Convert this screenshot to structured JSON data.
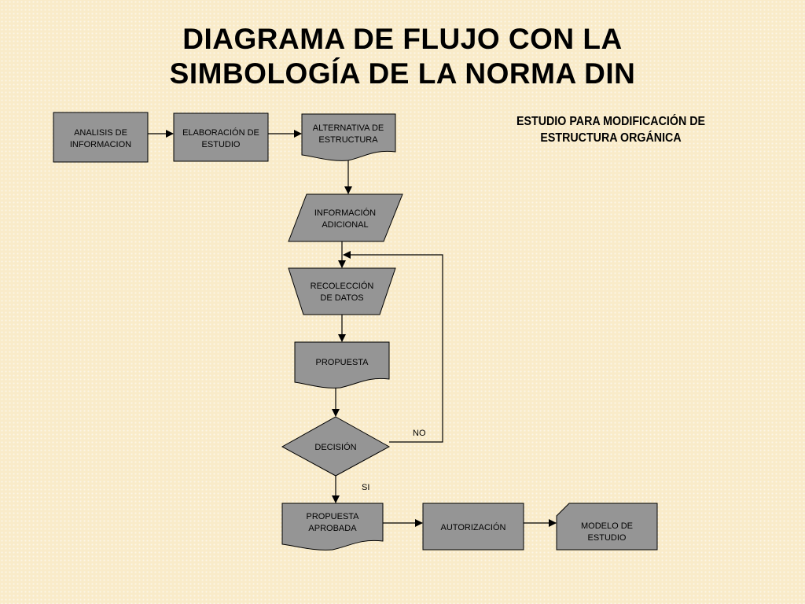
{
  "title": {
    "line1": "DIAGRAMA DE FLUJO CON LA",
    "line2": "SIMBOLOGÍA DE LA NORMA DIN"
  },
  "subtitle": {
    "line1": "ESTUDIO PARA MODIFICACIÓN DE",
    "line2": "ESTRUCTURA ORGÁNICA"
  },
  "nodes": {
    "analisis": {
      "line1": "ANALISIS DE",
      "line2": "INFORMACION"
    },
    "elaboracion": {
      "line1": "ELABORACIÓN DE",
      "line2": "ESTUDIO"
    },
    "alternativa": {
      "line1": "ALTERNATIVA DE",
      "line2": "ESTRUCTURA"
    },
    "informacion": {
      "line1": "INFORMACIÓN",
      "line2": "ADICIONAL"
    },
    "recoleccion": {
      "line1": "RECOLECCIÓN",
      "line2": "DE DATOS"
    },
    "propuesta": {
      "line1": "PROPUESTA"
    },
    "decision": {
      "line1": "DECISIÓN"
    },
    "aprobada": {
      "line1": "PROPUESTA",
      "line2": "APROBADA"
    },
    "autorizacion": {
      "line1": "AUTORIZACIÓN"
    },
    "modelo": {
      "line1": "MODELO DE",
      "line2": "ESTUDIO"
    }
  },
  "edge_labels": {
    "no": "NO",
    "si": "SI"
  },
  "colors": {
    "background": "#f9ebc9",
    "shape_fill": "#959595",
    "stroke": "#000000"
  }
}
